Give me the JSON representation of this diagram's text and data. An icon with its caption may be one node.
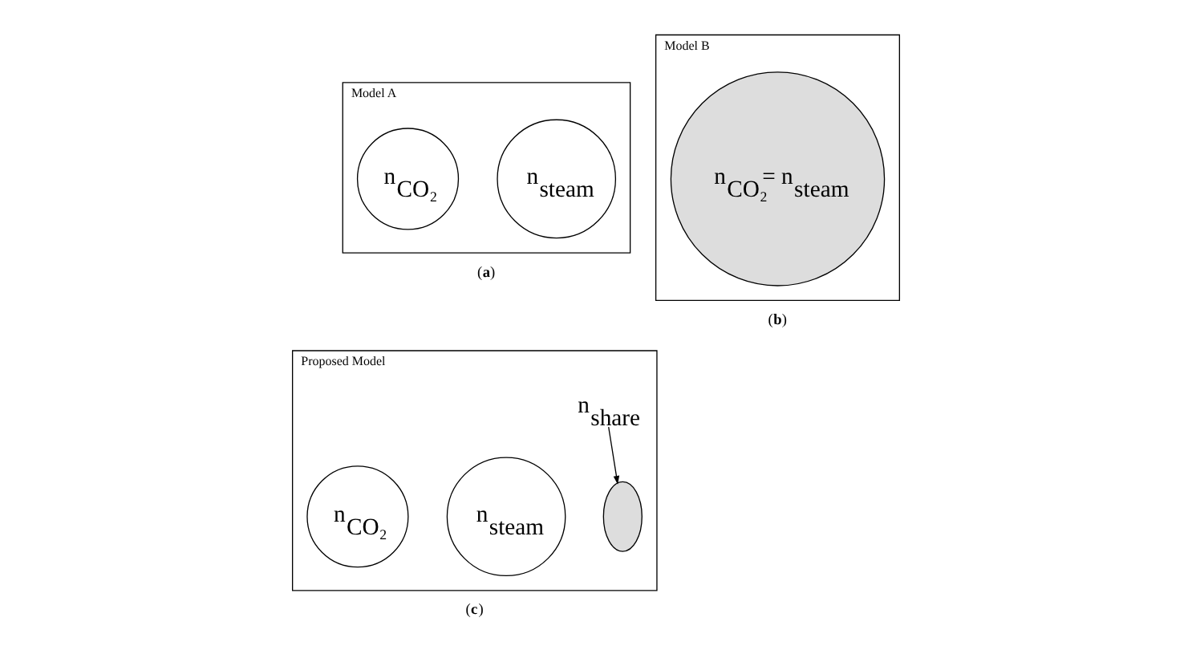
{
  "diagram": {
    "nodes": [
      {
        "text": [
          "Model A"
        ],
        "beside": [
          "(**a**)"
        ]
      },
      {
        "text": [
          "n$_{CO₂}$"
        ],
        "in": 0
      },
      {
        "text": [
          "n$_{steam}$"
        ],
        "in": 0
      },
      {
        "text": [
          "Model B"
        ],
        "beside": [
          "(**b**)"
        ]
      },
      {
        "text": [
          "n$_{CO₂}$= n$_{steam}$"
        ],
        "in": 3
      },
      {
        "text": [
          "Proposed Model"
        ],
        "beside": [
          "(**c**)"
        ]
      },
      {
        "text": [
          "n$_{CO₂}$"
        ],
        "in": 5
      },
      {
        "text": [
          "n$_{steam}$"
        ],
        "in": 5
      },
      {
        "text": [],
        "shape": "lens",
        "in": 5
      },
      {
        "text": [
          "n$_{share}$"
        ],
        "in": 5
      }
    ],
    "edges": [
      {
        "from": 9,
        "to": 8,
        "arrow": "to"
      }
    ]
  }
}
